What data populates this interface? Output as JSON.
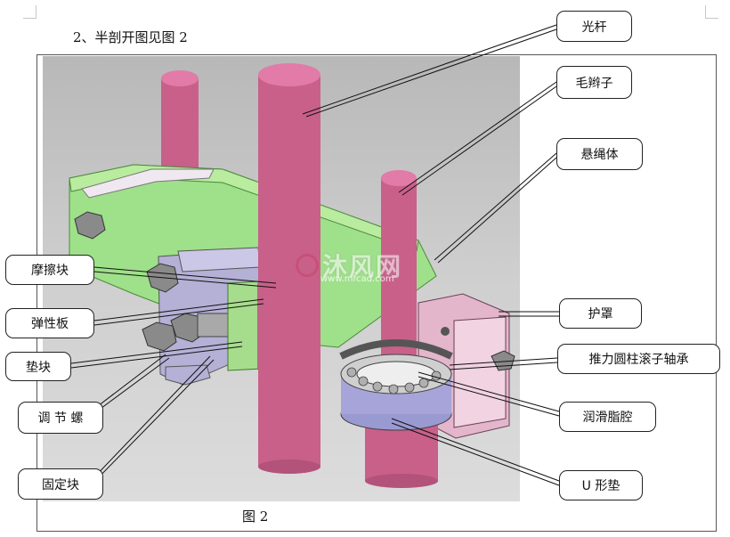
{
  "heading": "2、半剖开图见图 2",
  "caption": "图 2",
  "watermark": {
    "text": "沐风网",
    "url": "www.mfcad.com"
  },
  "labels": {
    "polished_rod": "光杆",
    "bridle": "毛辫子",
    "carrier_bar": "悬绳体",
    "guard": "护罩",
    "thrust_bearing": "推力圆柱滚子轴承",
    "grease_chamber": "润滑脂腔",
    "u_washer": "U 形垫",
    "friction_block": "摩擦块",
    "spring_plate": "弹性板",
    "spacer_block": "垫块",
    "adjust_bolt": "调 节 螺",
    "fixing_block": "固定块"
  },
  "colors": {
    "rod": "#c8608a",
    "rod_top": "#e27ba8",
    "body": "#9fe08a",
    "block": "#b5b0d6",
    "guard": "#e3b6cc",
    "friction": "#e8e8e8",
    "spring": "#8fb0e8",
    "bolt": "#8a8a8a"
  }
}
